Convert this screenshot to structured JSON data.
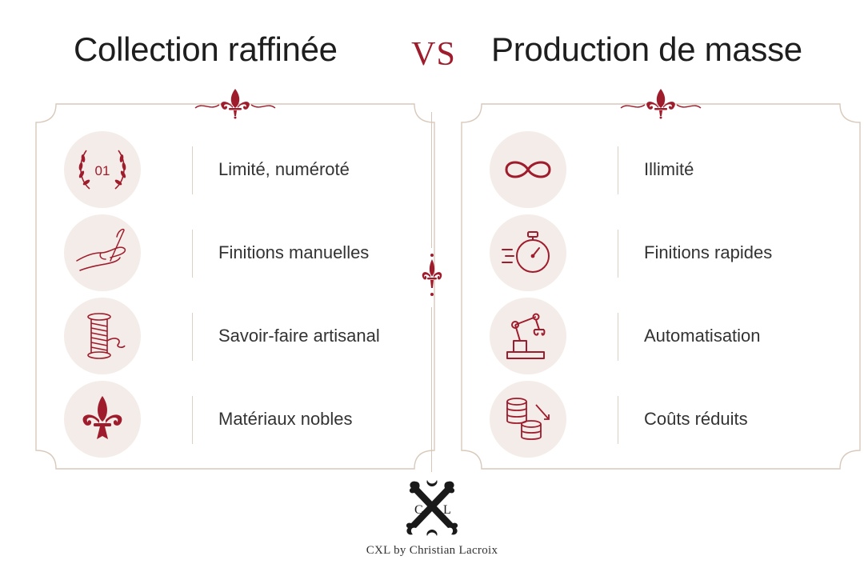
{
  "header": {
    "left_title": "Collection raffinée",
    "vs": "VS",
    "right_title": "Production de masse"
  },
  "left_panel": {
    "items": [
      {
        "icon": "laurel-icon",
        "badge": "01",
        "label": "Limité, numéroté"
      },
      {
        "icon": "hand-needle-icon",
        "label": "Finitions manuelles"
      },
      {
        "icon": "thread-spool-icon",
        "label": "Savoir-faire artisanal"
      },
      {
        "icon": "fleur-de-lis-icon",
        "label": "Matériaux nobles"
      }
    ]
  },
  "right_panel": {
    "items": [
      {
        "icon": "infinity-icon",
        "label": "Illimité"
      },
      {
        "icon": "stopwatch-icon",
        "label": "Finitions rapides"
      },
      {
        "icon": "robot-arm-icon",
        "label": "Automatisation"
      },
      {
        "icon": "coins-down-icon",
        "label": "Coûts réduits"
      }
    ]
  },
  "footer": {
    "logo": "CXL",
    "brand": "CXL by Christian Lacroix"
  },
  "colors": {
    "accent": "#9e1c2c",
    "circle_bg": "#f4ece8",
    "frame": "#d9c9bb",
    "text": "#333333"
  }
}
